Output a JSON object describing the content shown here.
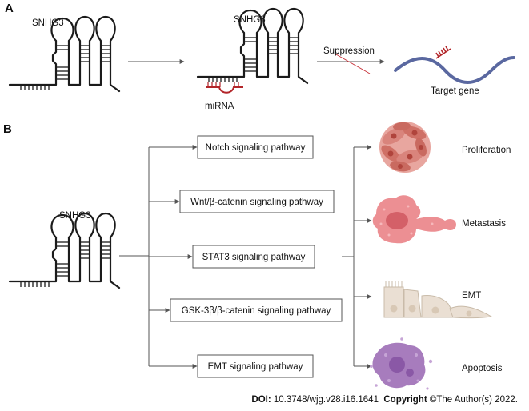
{
  "panel_a": {
    "label": "A",
    "snhg3_left": "SNHG3",
    "snhg3_mid": "SNHG3",
    "mirna": "miRNA",
    "suppression": "Suppression",
    "target_gene": "Target gene"
  },
  "panel_b": {
    "label": "B",
    "snhg3": "SNHG3",
    "pathways": [
      "Notch signaling pathway",
      "Wnt/β-catenin signaling pathway",
      "STAT3 signaling pathway",
      "GSK-3β/β-catenin signaling pathway",
      "EMT signaling pathway"
    ],
    "outcomes": [
      "Proliferation",
      "Metastasis",
      "EMT",
      "Apoptosis"
    ]
  },
  "footer": {
    "doi_label": "DOI:",
    "doi_value": "10.3748/wjg.v28.i16.1641",
    "copyright_label": "Copyright",
    "copyright_value": "©The Author(s) 2022."
  },
  "colors": {
    "arrow": "#555555",
    "rna": "#1b1b1b",
    "mirna": "#b3262a",
    "target_wave": "#5a68a0",
    "cell_pink": "#d9847c",
    "cell_nucleus": "#b0443c",
    "metastasis": "#ec8f93",
    "emt_cell": "#eadfd3",
    "apoptosis": "#a77cbd"
  }
}
